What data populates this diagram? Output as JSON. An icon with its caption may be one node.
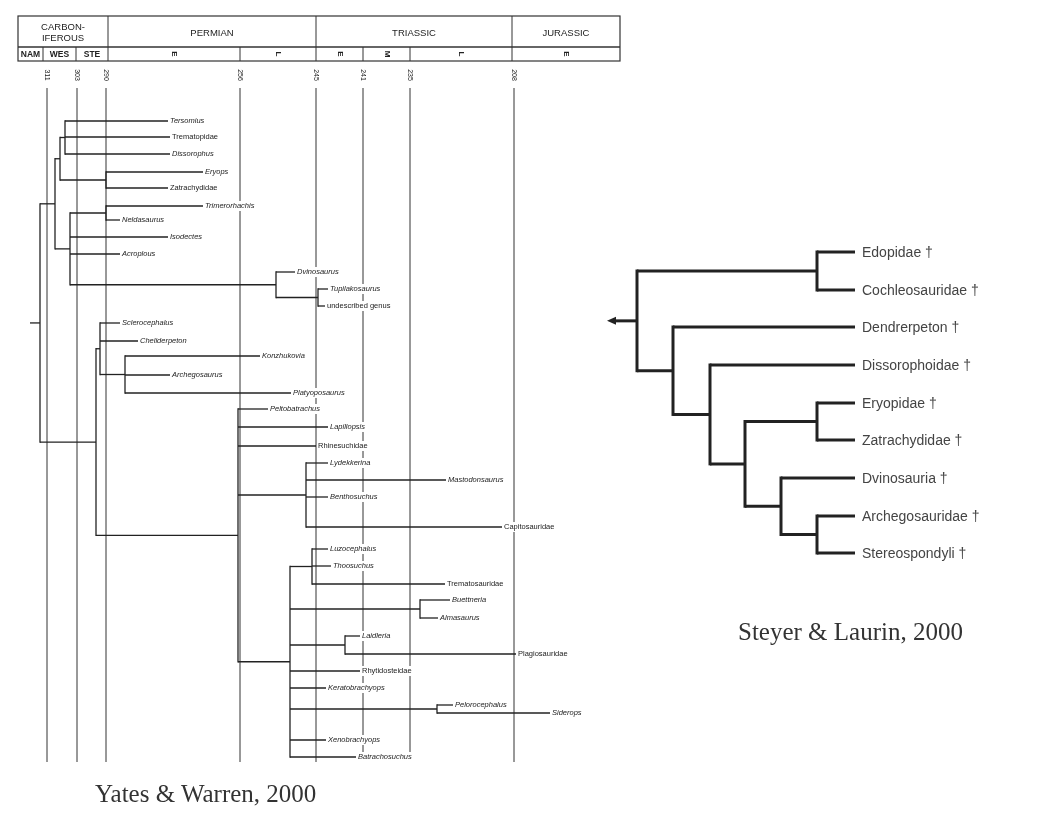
{
  "diagram": {
    "labels": [
      "CARBON- IFEROUS",
      "PERMIAN",
      "TRIASSIC",
      "JURASSIC",
      "NAM",
      "WES",
      "STE",
      "E",
      "L",
      "E",
      "M",
      "L",
      "E",
      "311",
      "303",
      "290",
      "256",
      "245",
      "241",
      "235",
      "208",
      "Tersomius",
      "Trematopidae",
      "Dissorophus",
      "Eryops",
      "Zatrachydidae",
      "Trimerorhachis",
      "Neldasaurus",
      "Isodectes",
      "Acroplous",
      "Dvinosaurus",
      "Tupilakosaurus",
      "undescribed genus",
      "Sclerocephalus",
      "Cheliderpeton",
      "Konzhukovia",
      "Archegosaurus",
      "Platyoposaurus",
      "Peltobatrachus",
      "Lapillopsis",
      "Rhinesuchidae",
      "Lydekkerina",
      "Mastodonsaurus",
      "Benthosuchus",
      "Capitosauridae",
      "Luzocephalus",
      "Thoosuchus",
      "Trematosauridae",
      "Buettneria",
      "Almasaurus",
      "Laidleria",
      "Plagiosauridae",
      "Rhytidosteidae",
      "Keratobrachyops",
      "Pelorocephalus",
      "Siderops",
      "Xenobrachyops",
      "Batrachosuchus",
      "Yates & Warren, 2000",
      "Edopidae †",
      "Cochleosauridae †",
      "Dendrerpeton †",
      "Dissorophoidae †",
      "Eryopidae †",
      "Zatrachydidae †",
      "Dvinosauria †",
      "Archegosauridae †",
      "Stereospondyli †",
      "Steyer & Laurin, 2000"
    ]
  }
}
